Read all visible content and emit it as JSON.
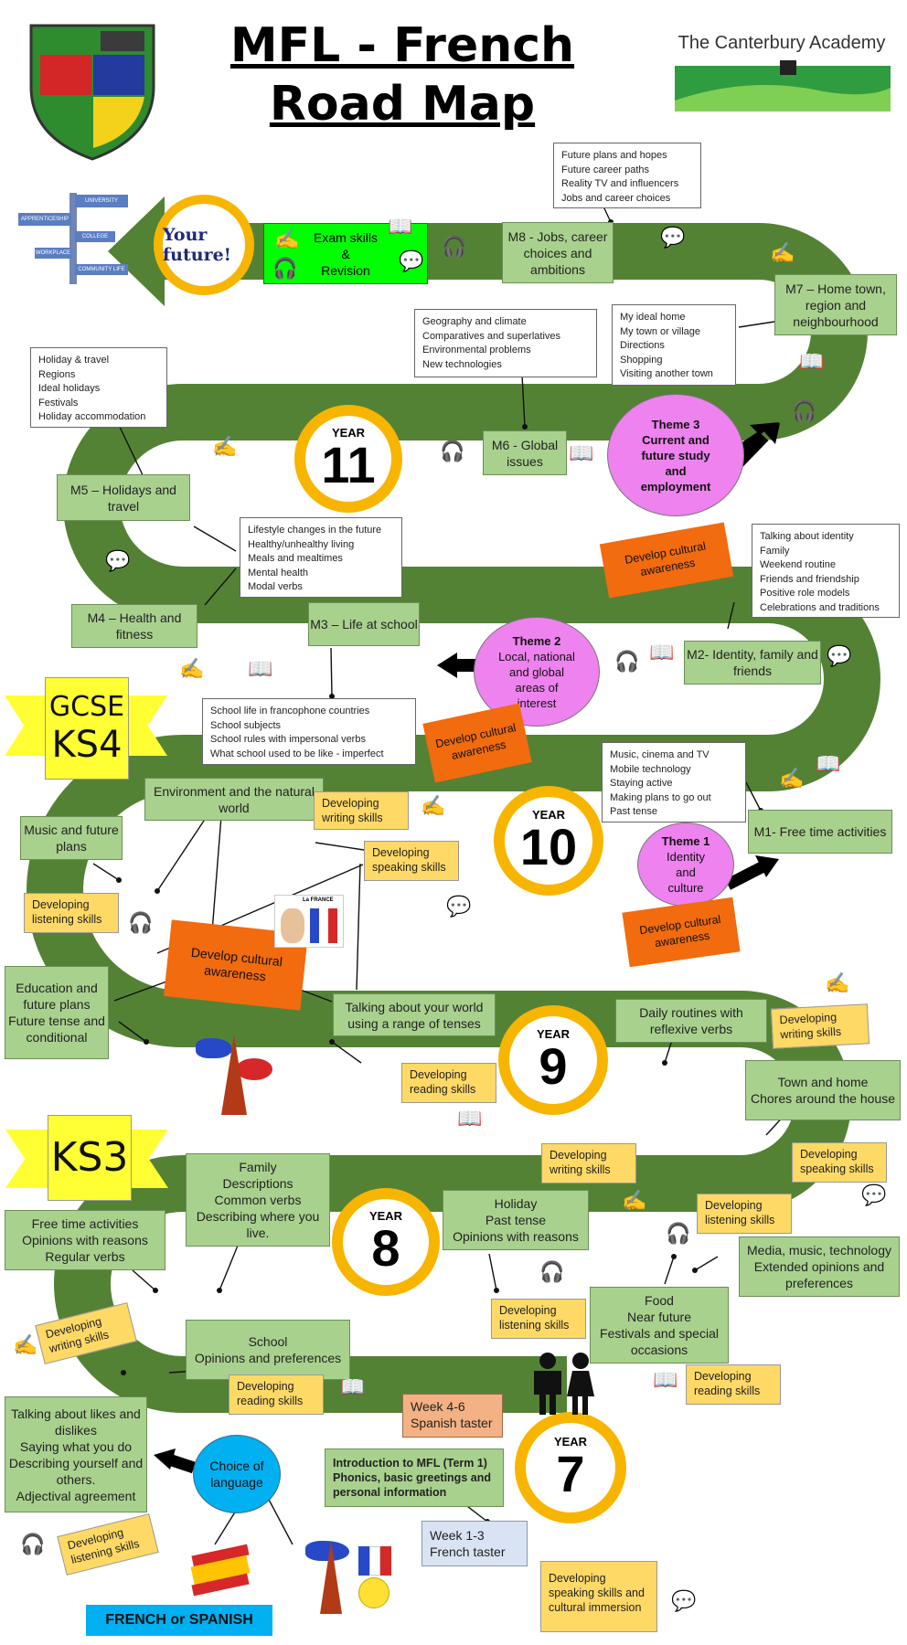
{
  "header": {
    "title_line1": "MFL - French",
    "title_line2": "Road Map",
    "academy_name": "The Canterbury Academy"
  },
  "colors": {
    "road": "#548235",
    "year_ring": "#f8b500",
    "green_box": "#a9d18e",
    "theme_circle": "#ee82ee",
    "cultural_flag": "#f26b0e",
    "skill_box": "#ffd966",
    "choice_circle": "#00b0f0"
  },
  "end": {
    "your_future": "Your future!",
    "exam_skills": "Exam skills\n&\nRevision"
  },
  "modules": {
    "m8": "M8 -  Jobs, career choices and ambitions",
    "m7": "M7 – Home town, region and neighbourhood",
    "m6": "M6 - Global issues",
    "m5": "M5 – Holidays and travel",
    "m4": "M4 – Health and fitness",
    "m3": "M3 – Life at school",
    "m2": "M2- Identity, family and friends",
    "m1": "M1- Free time activities"
  },
  "notes": {
    "m8": "Future plans and hopes\nFuture career paths\nReality TV and influencers\nJobs and career choices",
    "m7": "My ideal home\nMy town or village\nDirections\nShopping\nVisiting another town",
    "m6": "Geography and climate\nComparatives and superlatives\nEnvironmental problems\nNew technologies",
    "m5": "Holiday & travel\nRegions\nIdeal holidays\nFestivals\nHoliday accommodation",
    "m4": "Lifestyle changes in the future\nHealthy/unhealthy living\nMeals and mealtimes\nMental health\nModal verbs",
    "m3": "School life in francophone countries\nSchool subjects\nSchool rules with impersonal verbs\nWhat school used to be like - imperfect",
    "m2": "Talking about identity\nFamily\nWeekend routine\nFriends and friendship\nPositive role models\nCelebrations and traditions",
    "m1": "Music, cinema and TV\nMobile technology\nStaying active\nMaking plans to go out\nPast tense"
  },
  "themes": {
    "t3_title": "Theme 3",
    "t3_body": "Current and future study and employment",
    "t2_title": "Theme 2",
    "t2_body": "Local, national and global areas of interest",
    "t1_title": "Theme 1",
    "t1_body": "Identity and culture"
  },
  "years": {
    "label": "YEAR",
    "y11": "11",
    "y10": "10",
    "y9": "9",
    "y8": "8",
    "y7": "7"
  },
  "banners": {
    "gcse": "GCSE",
    "ks4": "KS4",
    "ks3": "KS3"
  },
  "cultural": {
    "a": "Develop cultural awareness",
    "b": "Develop cultural awareness",
    "c": "Develop cultural awareness",
    "d": "Develop cultural awareness"
  },
  "flag_caption": "La FRANCE",
  "ks3_topics": {
    "environment": "Environment and the natural world",
    "music": "Music and future plans",
    "education": "Education and future plans\nFuture tense and conditional",
    "world": "Talking about your world using a range of tenses",
    "daily": "Daily routines with reflexive verbs",
    "town": "Town and home\nChores around the house",
    "family": "Family\nDescriptions\nCommon verbs\nDescribing where you live.",
    "free_time": "Free time activities\nOpinions with reasons\nRegular verbs",
    "holiday": "Holiday\nPast tense\nOpinions with reasons",
    "media": "Media, music, technology\nExtended opinions and preferences",
    "food": "Food\nNear future\nFestivals and special occasions",
    "school": "School\nOpinions and preferences",
    "likes": "Talking about likes and dislikes\nSaying what you do\nDescribing yourself and others.\nAdjectival agreement",
    "intro": "Introduction to MFL (Term 1)\nPhonics, basic greetings and personal information",
    "week46": "Week 4-6\nSpanish taster",
    "week13": "Week 1-3\nFrench taster"
  },
  "skills": {
    "writing1": "Developing writing skills",
    "speaking1": "Developing speaking skills",
    "listening1": "Developing listening skills",
    "writing2": "Developing writing skills",
    "reading1": "Developing reading skills",
    "speaking2": "Developing speaking skills",
    "writing3": "Developing writing skills",
    "listening2": "Developing listening skills",
    "listening3": "Developing listening skills",
    "writing4": "Developing writing skills",
    "reading2": "Developing reading skills",
    "reading3": "Developing reading skills",
    "listening4": "Developing listening skills",
    "speaking3": "Developing speaking skills and cultural immersion"
  },
  "choice": {
    "circle": "Choice of language",
    "tag": "FRENCH or SPANISH"
  },
  "signpost": {
    "university": "UNIVERSITY",
    "apprenticeship": "APPRENTICESHIP",
    "college": "COLLEGE",
    "workplace": "WORKPLACE",
    "community": "COMMUNITY LIFE"
  }
}
